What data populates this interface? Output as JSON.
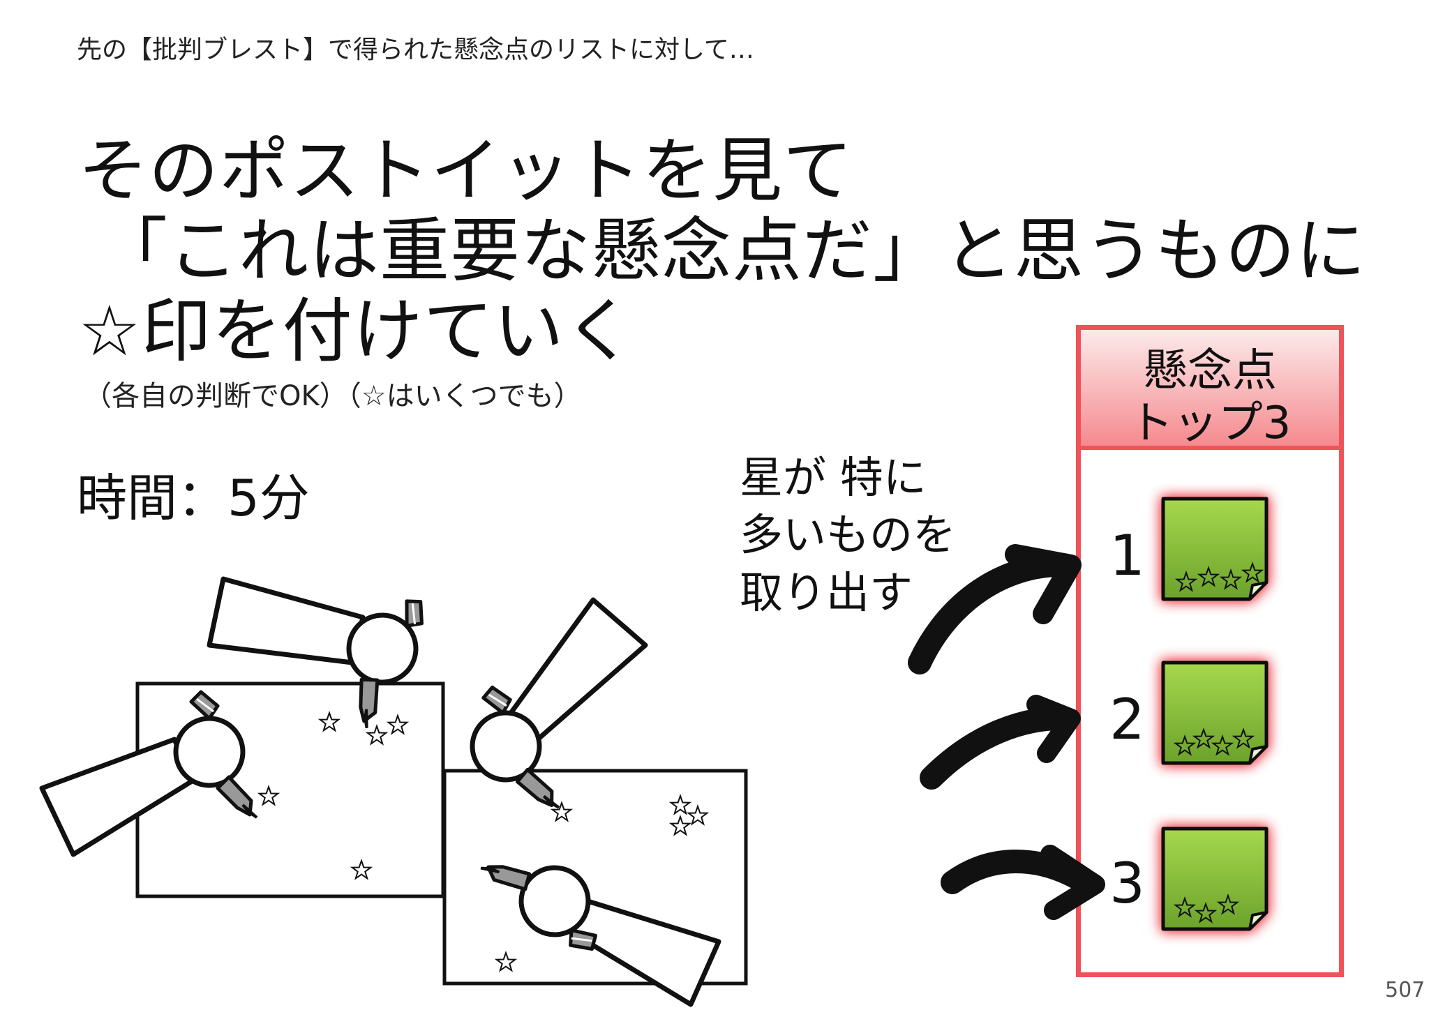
{
  "slide": {
    "intro": "先の【批判ブレスト】で得られた懸念点のリストに対して…",
    "heading": [
      "そのポストイットを見て",
      "「これは重要な懸念点だ」と思うものに",
      "☆印を付けていく"
    ],
    "note": "（各自の判断でOK）（☆はいくつでも）",
    "time_label": "時間：5分",
    "pick_text": [
      "星が 特に",
      "多いものを",
      "取り出す"
    ],
    "panel": {
      "title_line1": "懸念点",
      "title_line2": "トップ3"
    },
    "ranks": [
      {
        "label": "1",
        "stars": 4
      },
      {
        "label": "2",
        "stars": 4
      },
      {
        "label": "3",
        "stars": 3
      }
    ],
    "page_number": "507"
  },
  "colors": {
    "note_green": "#8cc63f",
    "panel_red": "#f0525a",
    "panel_header_light": "#fdeaea"
  },
  "icons": [
    "marker-pen-icon",
    "star-icon",
    "curved-arrow-icon",
    "sticky-note-icon"
  ]
}
